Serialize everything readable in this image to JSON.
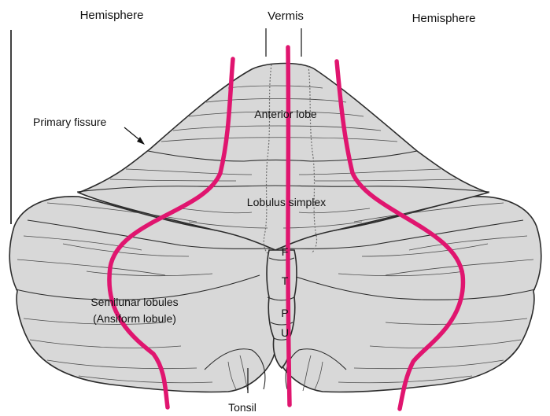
{
  "labels": {
    "hemisphere_left": "Hemisphere",
    "vermis": "Vermis",
    "hemisphere_right": "Hemisphere",
    "primary_fissure": "Primary fissure",
    "anterior_lobe": "Anterior lobe",
    "lobulus_simplex": "Lobulus simplex",
    "semilunar_lobules": "Semilunar lobules",
    "ansiform_lobule": "(Ansiform lobule)",
    "tonsil": "Tonsil",
    "vermis_f": "F",
    "vermis_t": "T",
    "vermis_p": "P",
    "vermis_u": "U"
  },
  "colors": {
    "tissue": "#d8d8d8",
    "outline": "#2b2b2b",
    "boundary": "#e0156f"
  }
}
